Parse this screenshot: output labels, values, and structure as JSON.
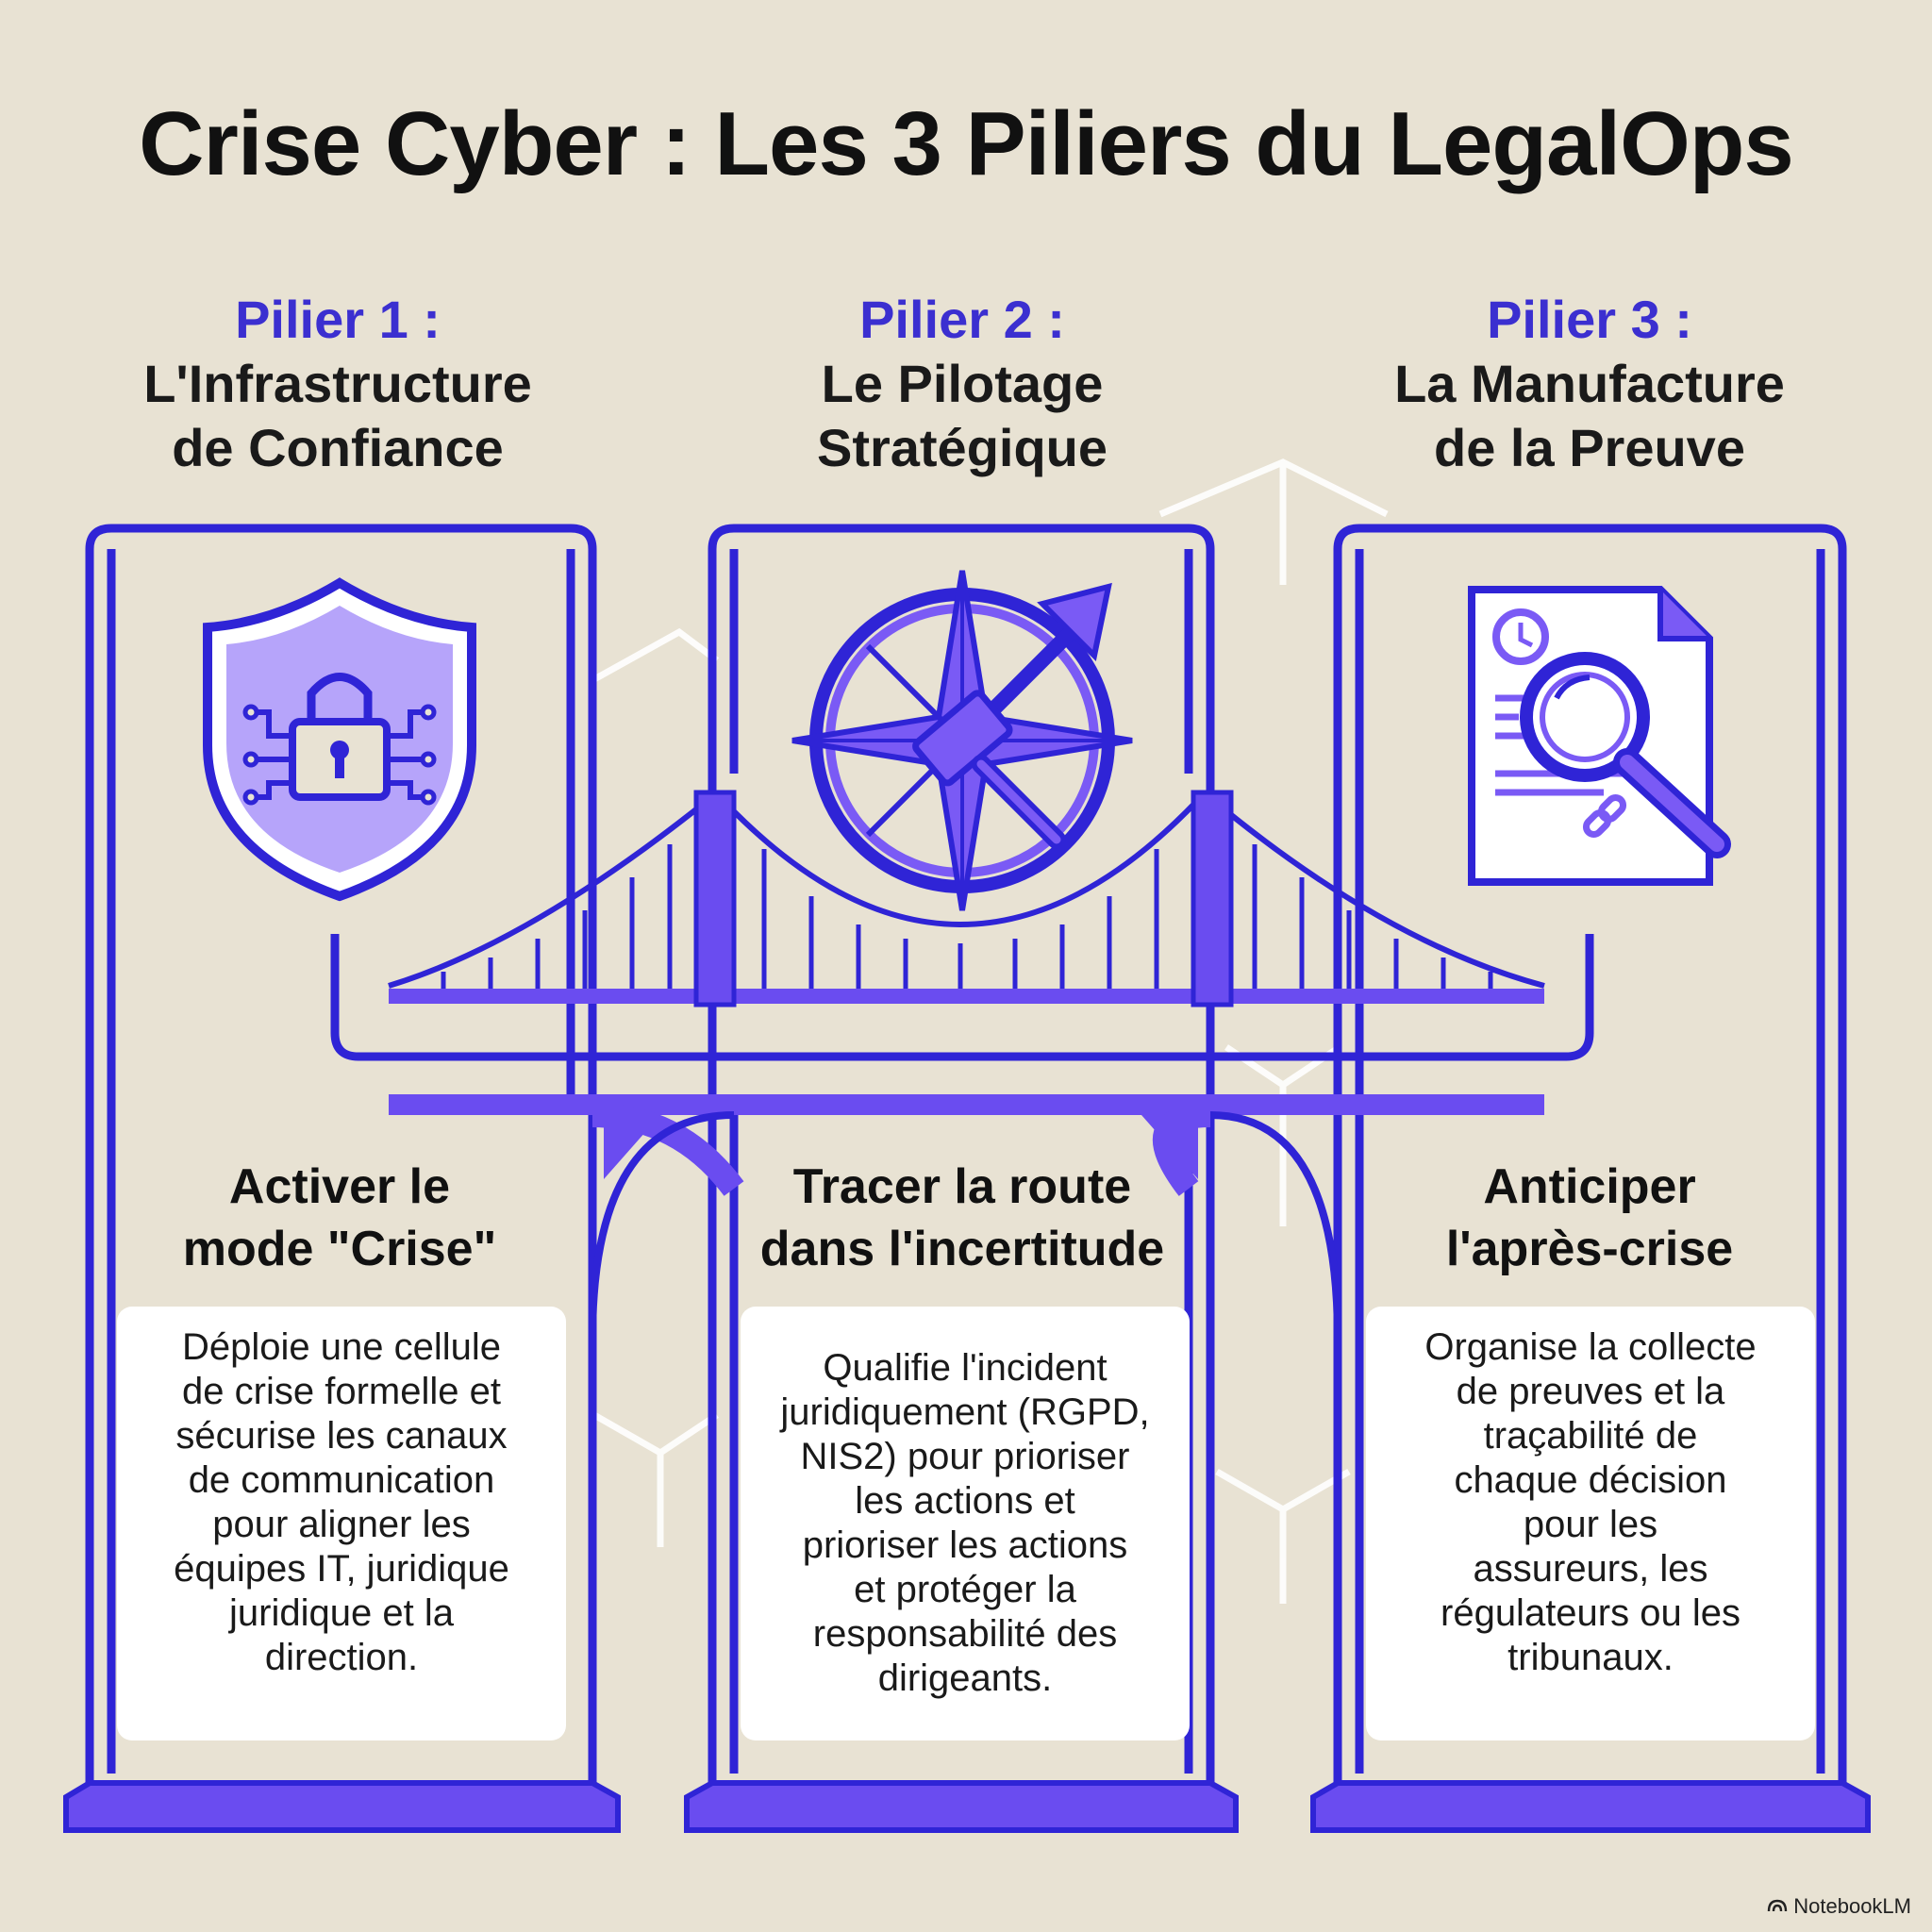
{
  "title": "Crise Cyber : Les 3 Piliers du LegalOps",
  "pillars": [
    {
      "number": "Pilier 1 :",
      "name_line1": "L'Infrastructure",
      "name_line2": "de Confiance",
      "icon": "shield-lock-icon",
      "tagline_line1": "Activer le",
      "tagline_line2": "mode \"Crise\"",
      "description": "Déploie une cellule\nde crise formelle et\nsécurise les canaux\nde communication\npour aligner les\néquipes IT, juridique\njuridique et la\ndirection."
    },
    {
      "number": "Pilier 2 :",
      "name_line1": "Le Pilotage",
      "name_line2": "Stratégique",
      "icon": "compass-gavel-icon",
      "tagline_line1": "Tracer la route",
      "tagline_line2": "dans l'incertitude",
      "description": "Qualifie l'incident\njuridiquement (RGPD,\nNIS2) pour prioriser\nles actions et\nprioriser les actions\net protéger la\nresponsabilité des\ndirigeants."
    },
    {
      "number": "Pilier 3 :",
      "name_line1": "La Manufacture",
      "name_line2": "de la Preuve",
      "icon": "document-magnifier-icon",
      "tagline_line1": "Anticiper",
      "tagline_line2": "l'après-crise",
      "description": "Organise la collecte\nde preuves et la\ntraçabilité de\nchaque décision\npour les\nassureurs, les\nrégulateurs ou les\ntribunaux."
    }
  ],
  "footer": "NotebookLM",
  "colors": {
    "background": "#e8e2d3",
    "accent_blue": "#3b2fd0",
    "accent_purple": "#6a4cf0",
    "text": "#111111",
    "box": "#ffffff"
  }
}
